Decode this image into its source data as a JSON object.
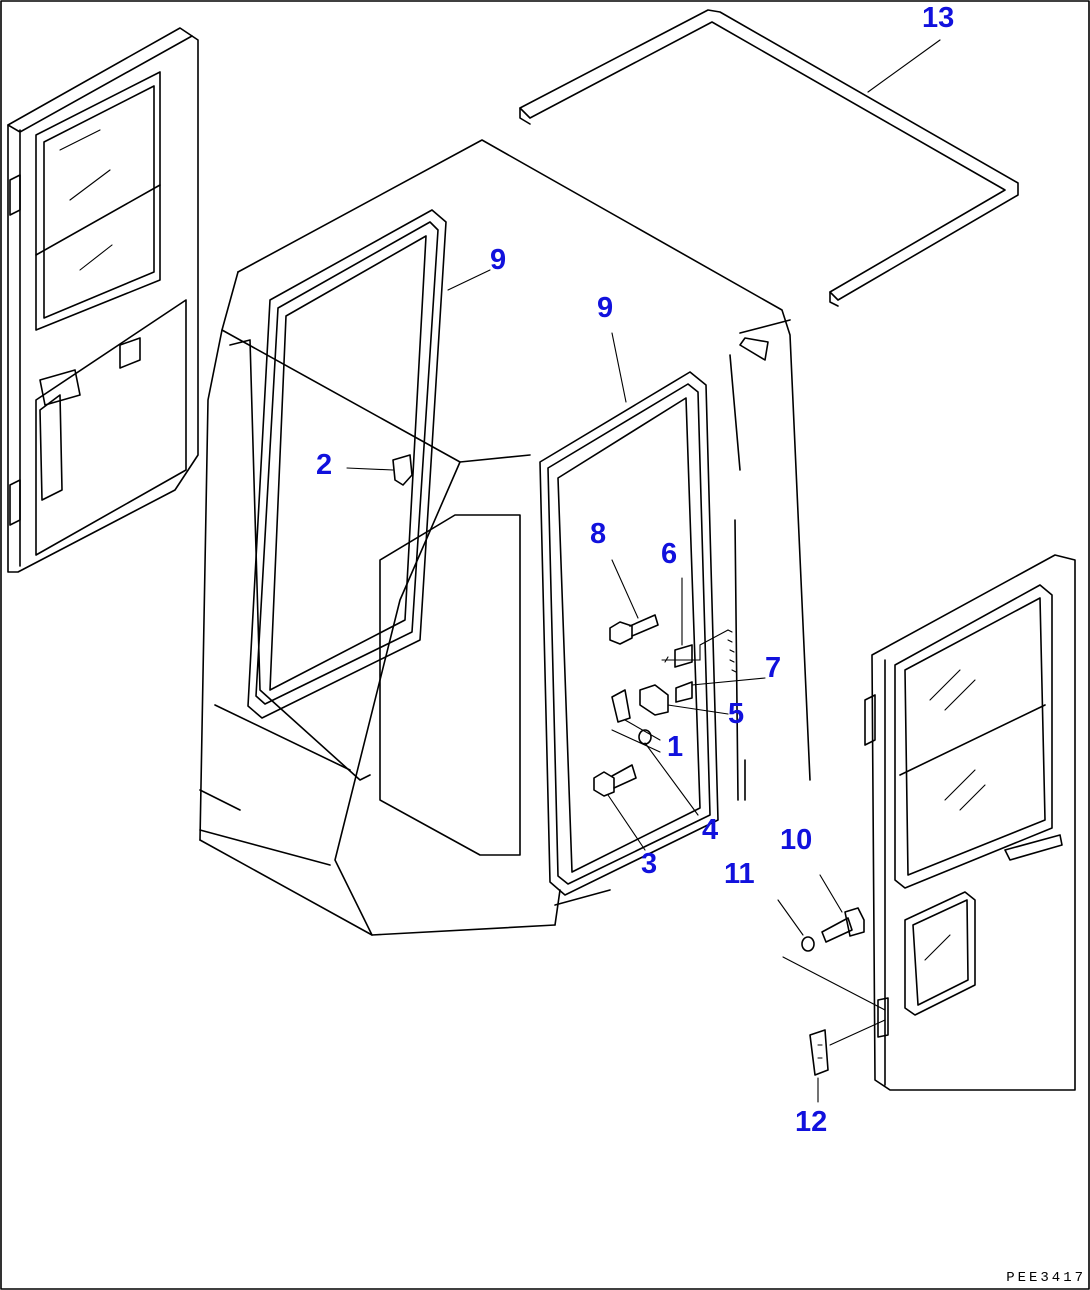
{
  "callouts": {
    "c1": "1",
    "c2": "2",
    "c3": "3",
    "c4": "4",
    "c5": "5",
    "c6": "6",
    "c7": "7",
    "c8": "8",
    "c9a": "9",
    "c9b": "9",
    "c10": "10",
    "c11": "11",
    "c12": "12",
    "c13": "13"
  },
  "drawing_code": "PEE3417",
  "colors": {
    "callout_text": "#1111dd",
    "line_art": "#000000",
    "background": "#ffffff"
  }
}
